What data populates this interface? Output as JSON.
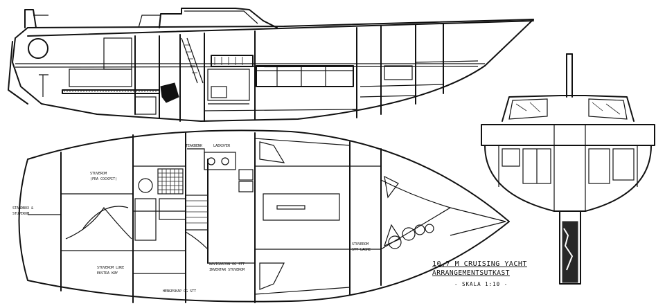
{
  "drawing": {
    "title_line1": "10,7 M CRUISING YACHT",
    "title_line2": "ARRANGEMENTSUTKAST",
    "scale": "- SKALA 1:10 -"
  },
  "labels": {
    "stuveroom_forward_top": "STUVEROM",
    "stuveroom_forward_sub": "(FRA COCKPIT)",
    "stern_note_1": "STANDBOX &",
    "stern_note_2": "STUVEROM",
    "teakbench": "TEAKBENK",
    "stove": "LAEKOYER",
    "stuveroom_lower": "STUVEROM LUKE",
    "stuveroom_lower_sub": "EKSTRA KØY",
    "navigation_1": "NAVIGASJON OG STT",
    "navigation_2": "INVENTAR STUVEROM",
    "hanging_locker": "HENGESKAP OG STT",
    "forepeak_1": "STUVEROM",
    "forepeak_2": "STT LAGRE"
  }
}
